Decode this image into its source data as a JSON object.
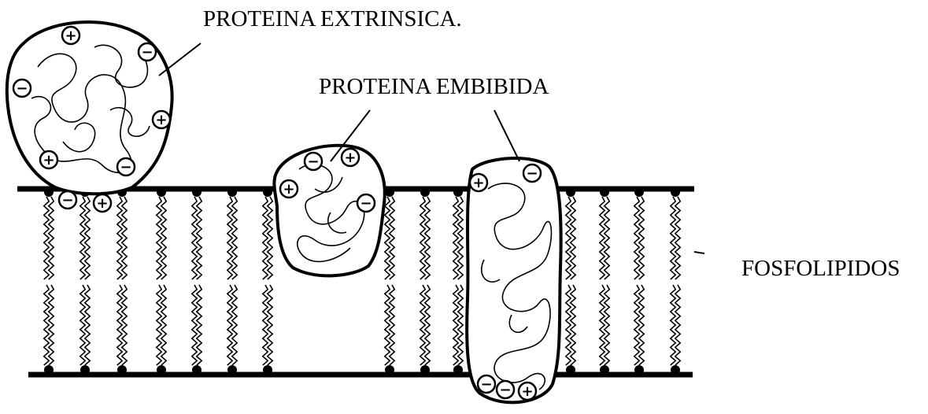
{
  "labels": {
    "extrinsic_protein": "PROTEINA EXTRINSICA.",
    "embedded_protein": "PROTEINA EMBIBIDA",
    "phospholipids": "FOSFOLIPIDOS"
  },
  "charge_symbols": {
    "positive": "+",
    "negative": "−"
  },
  "colors": {
    "ink": "#000000",
    "background": "#ffffff"
  }
}
